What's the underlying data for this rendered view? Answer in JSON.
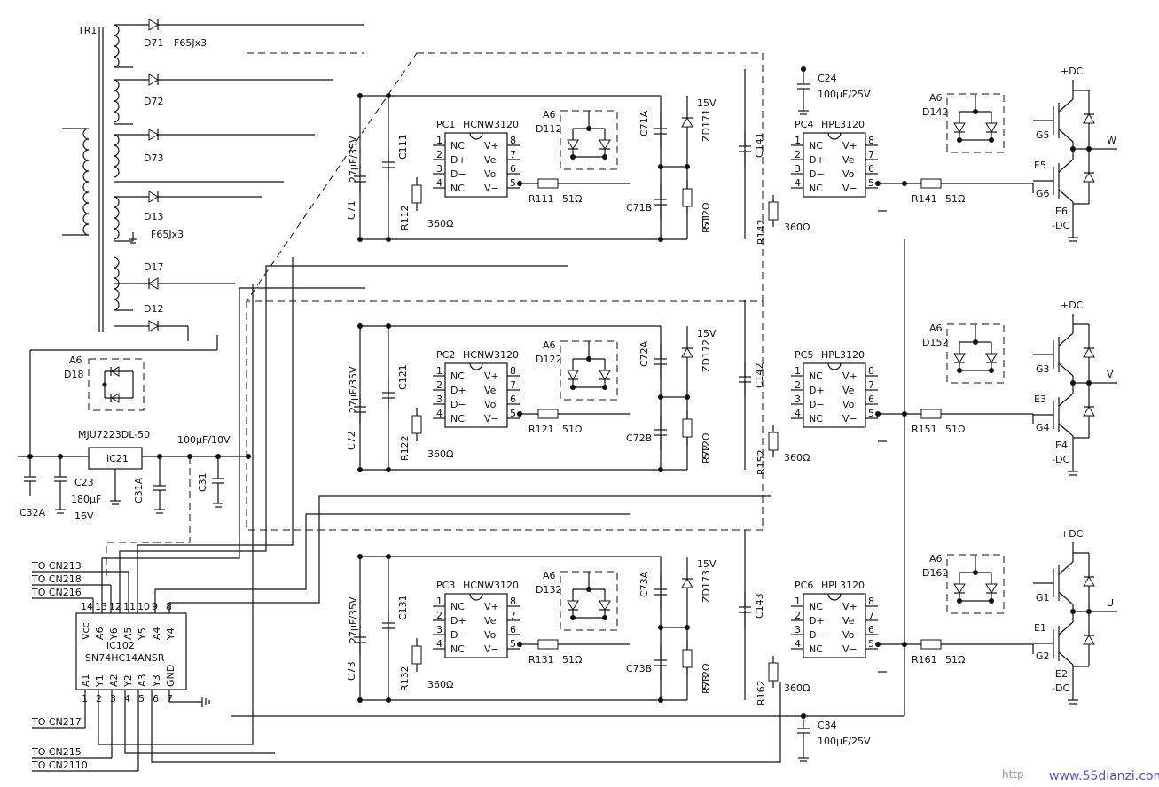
{
  "transformer": {
    "label": "TR1",
    "diodes": [
      "D71",
      "D72",
      "D73",
      "D13",
      "D17",
      "D12"
    ],
    "part_top": "F65Jx3",
    "part_bottom": "F65Jx3"
  },
  "supply": {
    "bridge_a": "A6",
    "bridge_d": "D18",
    "regulator_part": "MJU7223DL-50",
    "regulator_ref": "IC21",
    "cap_c23": "C23",
    "cap_c23_value": "180µF",
    "cap_c23_voltage": "16V",
    "cap_c32a": "C32A",
    "cap_c31a": "C31A",
    "cap_c31": "C31",
    "cap_c31_value": "100µF/10V"
  },
  "inverter_ic": {
    "ref": "IC102",
    "part": "SN74HC14ANSR",
    "top_pins": [
      "14",
      "13",
      "12",
      "11",
      "10",
      "9",
      "8"
    ],
    "top_names": [
      "Vcc",
      "A6",
      "Y6",
      "A5",
      "Y5",
      "A4",
      "Y4"
    ],
    "bottom_pins": [
      "1",
      "2",
      "3",
      "4",
      "5",
      "6",
      "7"
    ],
    "bottom_names": [
      "A1",
      "Y1",
      "A2",
      "Y2",
      "A3",
      "Y3",
      "GND"
    ],
    "inputs": [
      "TO  CN213",
      "TO  CN218",
      "TO  CN216",
      "TO  CN217",
      "TO  CN215",
      "TO  CN2110"
    ]
  },
  "channels": [
    {
      "pc_low": "PC1",
      "pc_low_part": "HCNW3120",
      "pins_left": [
        "NC",
        "D+",
        "D−",
        "NC"
      ],
      "pins_right": [
        "V+",
        "Ve",
        "Vo",
        "V−"
      ],
      "pin_nums_left": [
        "1",
        "2",
        "3",
        "4"
      ],
      "pin_nums_right": [
        "8",
        "7",
        "6",
        "5"
      ],
      "cap_main": "C71",
      "cap_main_value": "27µF/35V",
      "cap_small": "C111",
      "r_in": "R112",
      "r_in_value": "360Ω",
      "bridge_a": "A6",
      "bridge_d": "D112",
      "r_out": "R111",
      "r_out_value": "51Ω",
      "cap_a": "C71A",
      "cap_b": "C71B",
      "zener": "ZD171",
      "zener_v": "15V",
      "r_z": "R71",
      "r_z_value": "512Ω",
      "cap_high": "C141",
      "r_high_in": "R142",
      "r_high_in_value": "360Ω",
      "pc_high": "PC4",
      "pc_high_part": "HPL3120",
      "bridge_high_a": "A6",
      "bridge_high_d": "D142",
      "r_high_out": "R141",
      "r_high_out_value": "51Ω",
      "g_top": "G5",
      "e_top": "E5",
      "g_bot": "G6",
      "e_bot": "E6",
      "phase": "W"
    },
    {
      "pc_low": "PC2",
      "pc_low_part": "HCNW3120",
      "cap_main": "C72",
      "cap_main_value": "27µF/35V",
      "cap_small": "C121",
      "r_in": "R122",
      "r_in_value": "360Ω",
      "bridge_a": "A6",
      "bridge_d": "D122",
      "r_out": "R121",
      "r_out_value": "51Ω",
      "cap_a": "C72A",
      "cap_b": "C72B",
      "zener": "ZD172",
      "zener_v": "15V",
      "r_z": "R72",
      "r_z_value": "512Ω",
      "cap_high": "C142",
      "r_high_in": "R152",
      "r_high_in_value": "360Ω",
      "pc_high": "PC5",
      "pc_high_part": "HPL3120",
      "bridge_high_a": "A6",
      "bridge_high_d": "D152",
      "r_high_out": "R151",
      "r_high_out_value": "51Ω",
      "g_top": "G3",
      "e_top": "E3",
      "g_bot": "G4",
      "e_bot": "E4",
      "phase": "V"
    },
    {
      "pc_low": "PC3",
      "pc_low_part": "HCNW3120",
      "cap_main": "C73",
      "cap_main_value": "27µF/35V",
      "cap_small": "C131",
      "r_in": "R132",
      "r_in_value": "360Ω",
      "bridge_a": "A6",
      "bridge_d": "D132",
      "r_out": "R131",
      "r_out_value": "51Ω",
      "cap_a": "C73A",
      "cap_b": "C73B",
      "zener": "ZD173",
      "zener_v": "15V",
      "r_z": "R73",
      "r_z_value": "512Ω",
      "cap_high": "C143",
      "r_high_in": "R162",
      "r_high_in_value": "360Ω",
      "pc_high": "PC6",
      "pc_high_part": "HPL3120",
      "bridge_high_a": "A6",
      "bridge_high_d": "D162",
      "r_high_out": "R161",
      "r_high_out_value": "51Ω",
      "g_top": "G1",
      "e_top": "E1",
      "g_bot": "G2",
      "e_bot": "E2",
      "phase": "U"
    }
  ],
  "rails": {
    "plus_dc": "+DC",
    "minus_dc": "-DC",
    "c24": "C24",
    "c24_value": "100µF/25V",
    "c34": "C34",
    "c34_value": "100µF/25V"
  },
  "watermark": {
    "prefix": "http",
    "site": "www.55dianzi.com"
  }
}
